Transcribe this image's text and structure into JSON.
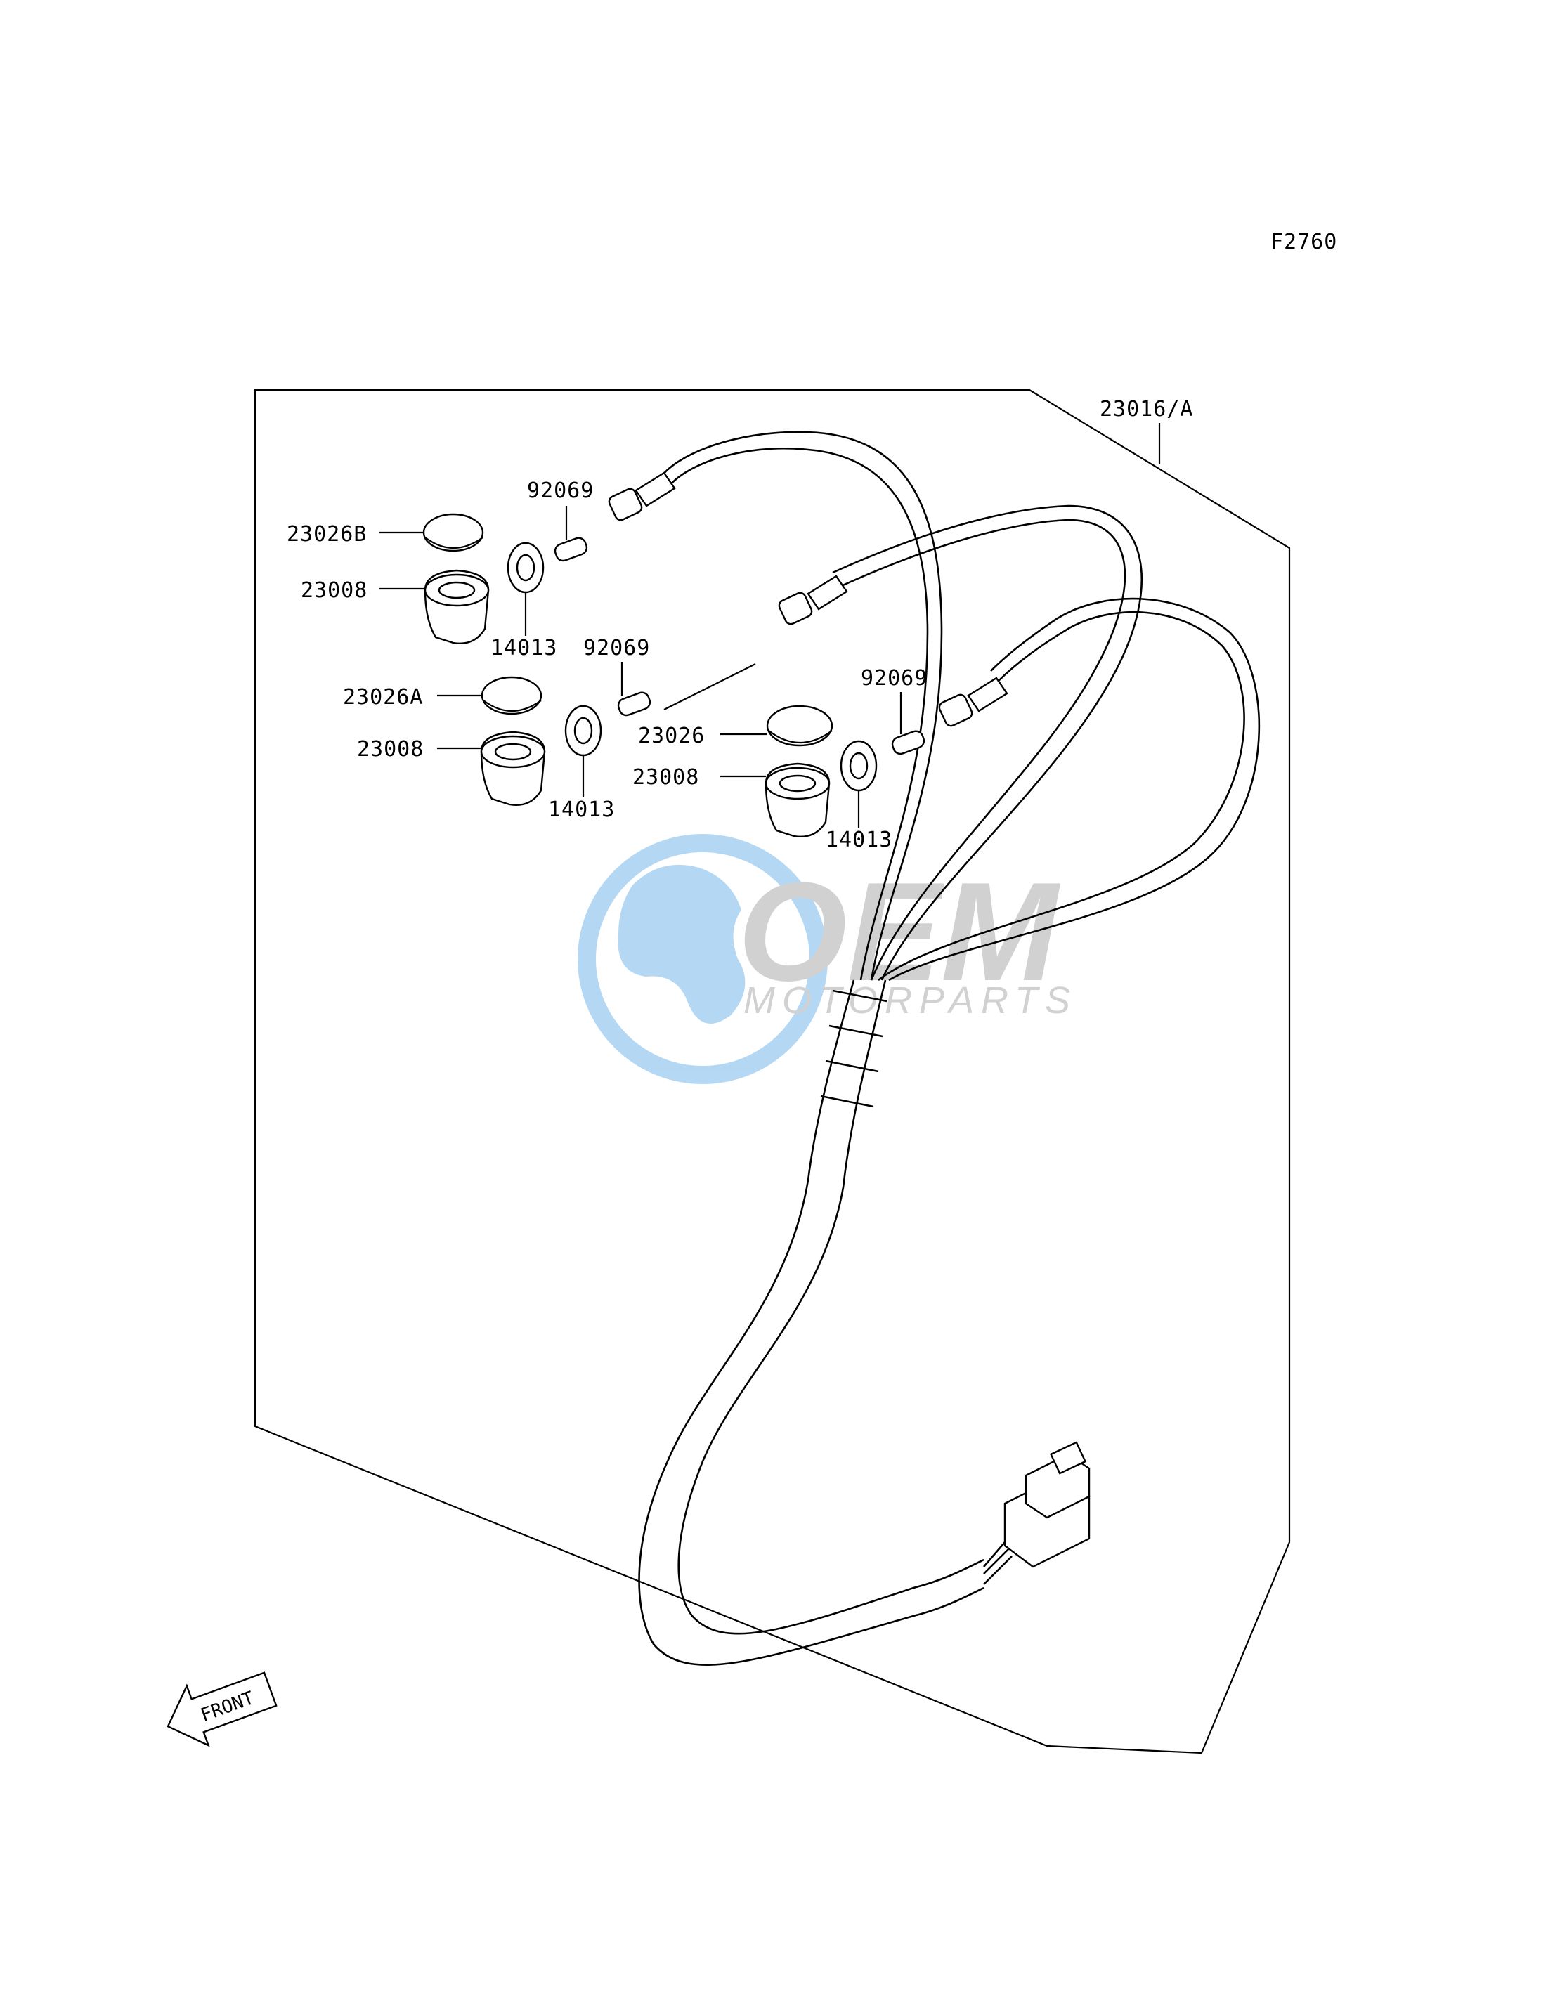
{
  "figure_code": "F2760",
  "labels": {
    "harness": "23016/A",
    "bulb_1": "92069",
    "bulb_2": "92069",
    "bulb_3": "92069",
    "cap_b": "23026B",
    "cap_a": "23026A",
    "cap": "23026",
    "housing_1": "23008",
    "housing_2": "23008",
    "housing_3": "23008",
    "grommet_1": "14013",
    "grommet_2": "14013",
    "grommet_3": "14013"
  },
  "front_arrow": "FRONT",
  "watermark": {
    "brand": "OEM",
    "sub": "MOTORPARTS",
    "globe_color": "#5aa9e6",
    "text_color": "#b5b5b5"
  }
}
